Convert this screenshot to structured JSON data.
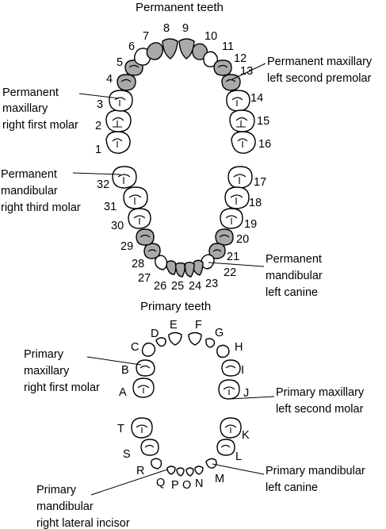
{
  "permanent": {
    "title": "Permanent teeth",
    "numbers": [
      "1",
      "2",
      "3",
      "4",
      "5",
      "6",
      "7",
      "8",
      "9",
      "10",
      "11",
      "12",
      "13",
      "14",
      "15",
      "16",
      "17",
      "18",
      "19",
      "20",
      "21",
      "22",
      "23",
      "24",
      "25",
      "26",
      "27",
      "28",
      "29",
      "30",
      "31",
      "32"
    ],
    "callouts": {
      "max_right_first_molar": [
        "Permanent",
        "maxillary",
        "right first molar"
      ],
      "max_left_second_premolar": [
        "Permanent maxillary",
        "left second premolar"
      ],
      "mand_right_third_molar": [
        "Permanent",
        "mandibular",
        "right third molar"
      ],
      "mand_left_canine": [
        "Permanent",
        "mandibular",
        "left canine"
      ]
    }
  },
  "primary": {
    "title": "Primary teeth",
    "letters": [
      "A",
      "B",
      "C",
      "D",
      "E",
      "F",
      "G",
      "H",
      "I",
      "J",
      "K",
      "L",
      "M",
      "N",
      "O",
      "P",
      "Q",
      "R",
      "S",
      "T"
    ],
    "callouts": {
      "max_right_first_molar": [
        "Primary",
        "maxillary",
        "right first molar"
      ],
      "max_left_second_molar": [
        "Primary maxillary",
        "left second molar"
      ],
      "mand_left_canine": [
        "Primary mandibular",
        "left canine"
      ],
      "mand_right_lateral_incisor": [
        "Primary",
        "mandibular",
        "right lateral incisor"
      ]
    }
  }
}
